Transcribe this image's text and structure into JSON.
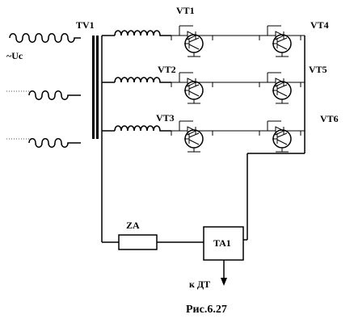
{
  "labels": {
    "source": "~Uc",
    "transformer": "TV1",
    "vt1": "VT1",
    "vt2": "VT2",
    "vt3": "VT3",
    "vt4": "VT4",
    "vt5": "VT5",
    "vt6": "VT6",
    "za": "ZA",
    "ta1": "TA1",
    "to_dt": "к ДТ"
  },
  "caption": "Рис.6.27"
}
